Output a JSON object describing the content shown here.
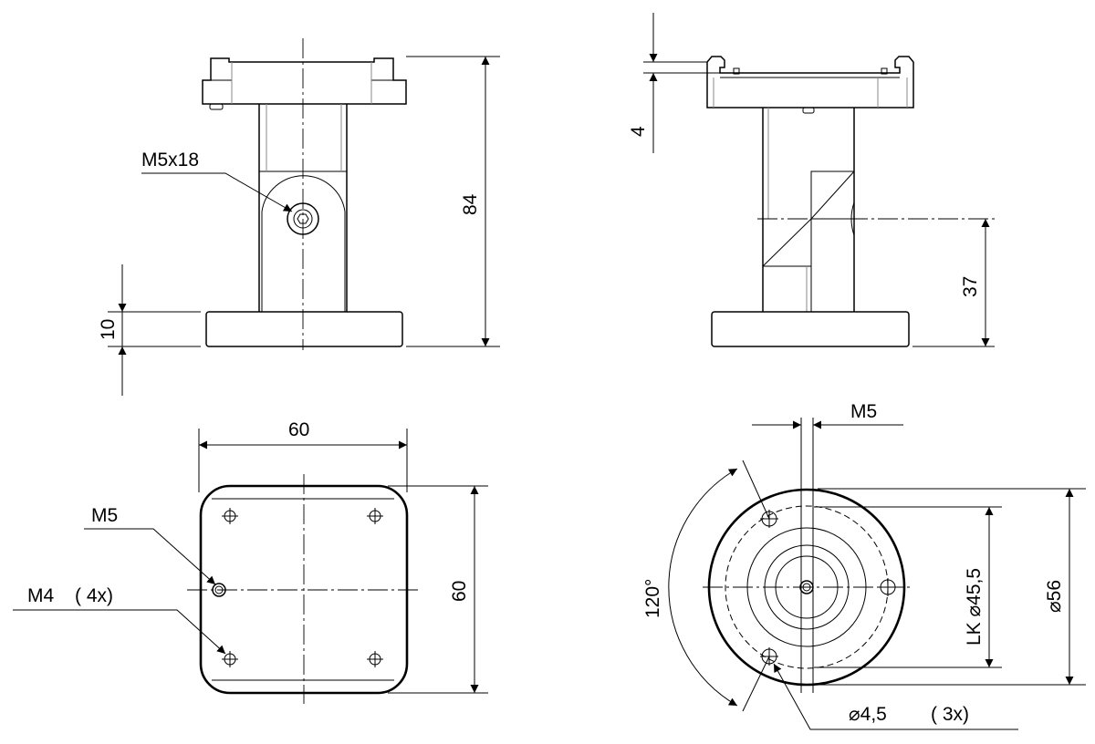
{
  "labels": {
    "front_thread": "M5x18",
    "height_total": "84",
    "base_thickness": "10",
    "top_gap": "4",
    "center_height": "37",
    "width": "60",
    "depth": "60",
    "center_thread": "M5",
    "corner_threads": "M4",
    "corner_threads_count": "( 4x)",
    "bottom_thread": "M5",
    "angle": "120°",
    "pitch_circle": "LK ⌀45,5",
    "diameter": "⌀56",
    "holes": "⌀4,5",
    "holes_count": "( 3x)"
  }
}
